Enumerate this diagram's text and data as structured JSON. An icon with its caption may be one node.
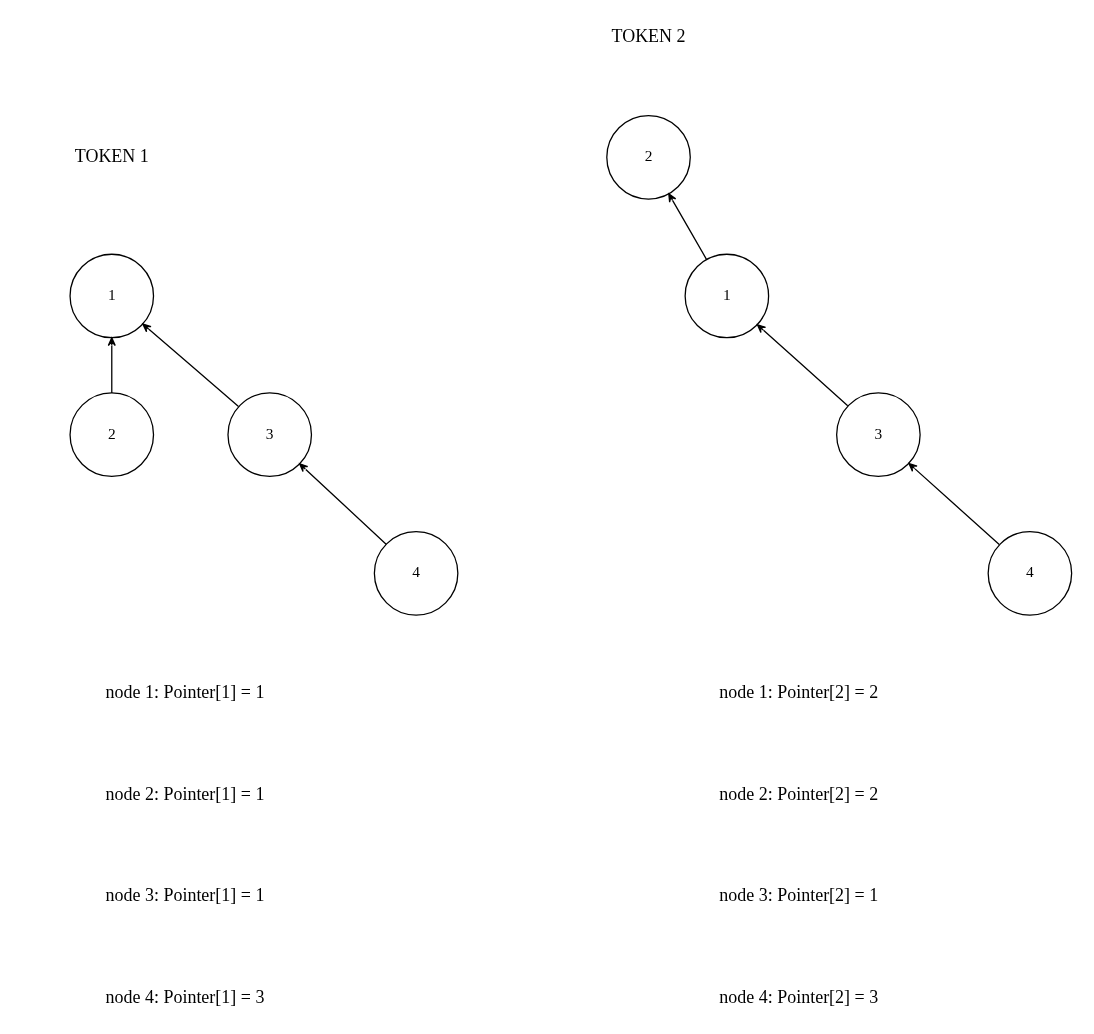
{
  "diagram": {
    "nodes": [
      {
        "text": [
          "1"
        ]
      },
      {
        "text": [
          "2"
        ]
      },
      {
        "text": [
          "3"
        ]
      },
      {
        "text": [
          "4"
        ]
      },
      {
        "text": [
          "2"
        ]
      },
      {
        "text": [
          "1"
        ]
      },
      {
        "text": [
          "3"
        ]
      },
      {
        "text": [
          "4"
        ]
      }
    ],
    "edges": [
      {
        "from": 1,
        "to": 0,
        "arrow": "to"
      },
      {
        "from": 2,
        "to": 0,
        "arrow": "to"
      },
      {
        "from": 3,
        "to": 2,
        "arrow": "to"
      },
      {
        "from": 5,
        "to": 4,
        "arrow": "to"
      },
      {
        "from": 6,
        "to": 5,
        "arrow": "to"
      },
      {
        "from": 7,
        "to": 6,
        "arrow": "to"
      }
    ],
    "labels": [
      "TOKEN 1",
      "TOKEN 2",
      "node 1: Pointer[1] = 1",
      "node 1: Pointer[2] = 2",
      "node 2: Pointer[1] = 1",
      "node 2: Pointer[2] = 2",
      "node 3: Pointer[1] = 1",
      "node 3: Pointer[2] = 1",
      "node 4: Pointer[1] = 3",
      "node 4: Pointer[2] = 3"
    ]
  }
}
